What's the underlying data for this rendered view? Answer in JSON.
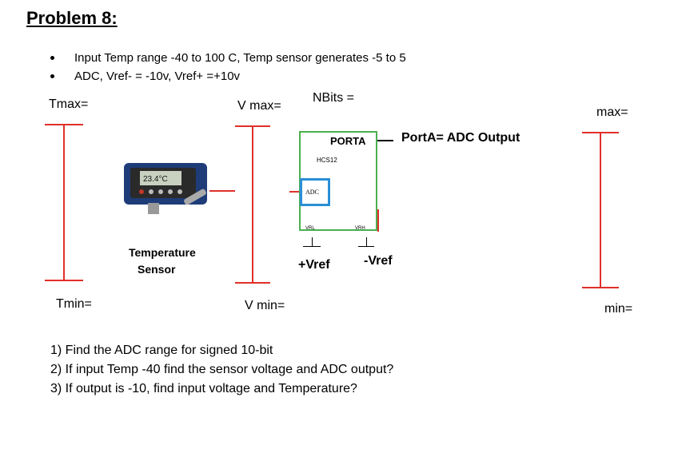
{
  "title": "Problem 8:",
  "bullets": [
    "Input Temp range -40 to 100 C, Temp sensor generates -5 to 5",
    "ADC, Vref- = -10v, Vref+ =+10v"
  ],
  "labels": {
    "tmax": "Tmax=",
    "tmin": "Tmin=",
    "vmax": "V max=",
    "vmin": "V min=",
    "nbits": "NBits =",
    "max": "max=",
    "min": "min=",
    "porta": "PORTA",
    "porta_output": "PortA= ADC Output",
    "hcs12": "HCS12",
    "adc": "ADC",
    "vrl": "VRL",
    "vrh": "VRH",
    "vref_plus": "+Vref",
    "vref_minus": "-Vref",
    "sensor_line1": "Temperature",
    "sensor_line2": "Sensor",
    "sensor_display": "23.4°C"
  },
  "questions": [
    "1)  Find the ADC range for signed 10-bit",
    "2)  If input Temp -40 find the sensor voltage and ADC output?",
    "3)  If output is -10, find input voltage and Temperature?"
  ],
  "colors": {
    "red": "#e0302a",
    "green": "#4caf50",
    "blue": "#2a8fd6"
  }
}
